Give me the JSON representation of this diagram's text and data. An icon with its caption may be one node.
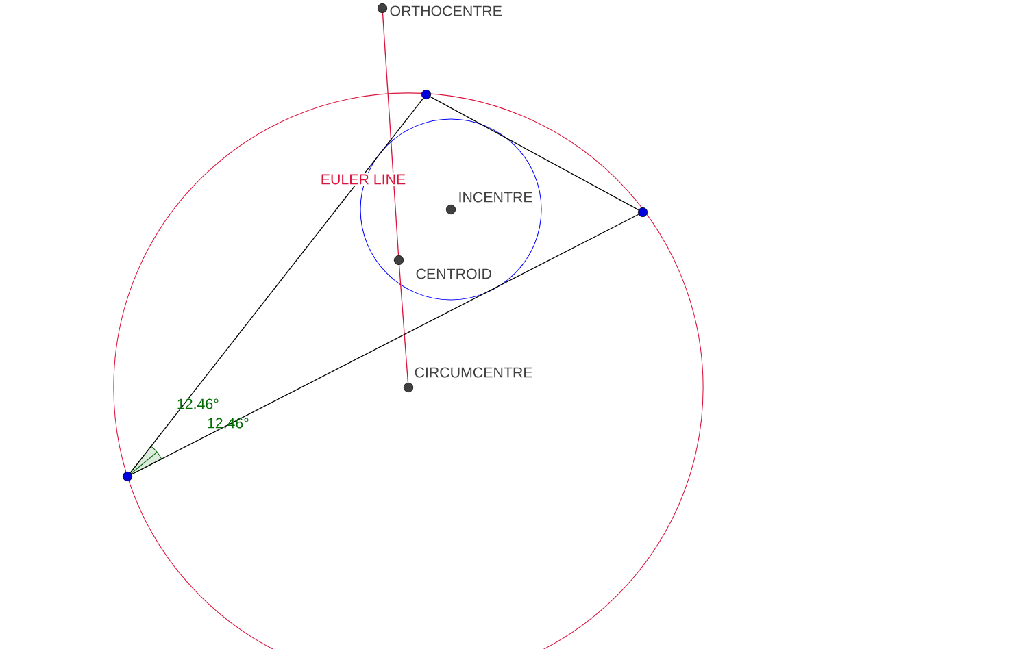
{
  "diagram": {
    "nodes": [
      {
        "text": [
          "ORTHOCENTRE"
        ]
      },
      {
        "text": [],
        "shape": "circle"
      },
      {
        "text": [
          "INCENTRE"
        ]
      },
      {
        "text": [],
        "shape": "circle"
      },
      {
        "text": [
          "CENTROID"
        ]
      },
      {
        "text": [
          "CIRCUMCENTRE"
        ]
      },
      {
        "text": [],
        "shape": "circle"
      }
    ],
    "edges": [
      {
        "from": 0,
        "to": 4,
        "arrow": "none",
        "label": "EULER LINE",
        "color": "#dc143c"
      },
      {
        "from": 4,
        "to": 5,
        "arrow": "none",
        "color": "#dc143c"
      },
      {
        "from": 6,
        "to": 1,
        "arrow": "none"
      },
      {
        "from": 1,
        "to": 3,
        "arrow": "none"
      },
      {
        "from": 3,
        "to": 6,
        "arrow": "none"
      }
    ],
    "labels": [
      "12.46°",
      "12.46°"
    ]
  }
}
